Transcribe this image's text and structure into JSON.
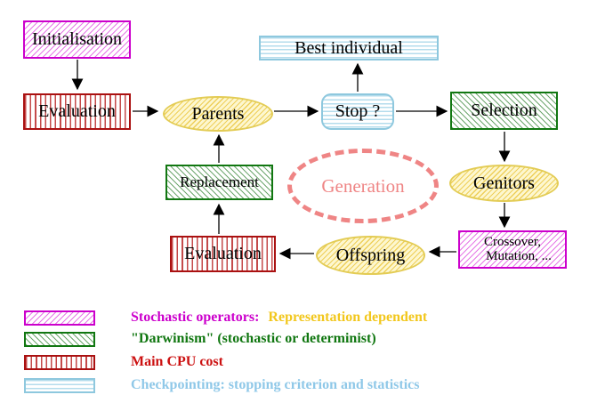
{
  "nodes": {
    "initialisation": {
      "label": "Initialisation"
    },
    "evaluation_top": {
      "label": "Evaluation"
    },
    "parents": {
      "label": "Parents"
    },
    "best_individual": {
      "label": "Best individual"
    },
    "stop": {
      "label": "Stop ?"
    },
    "selection": {
      "label": "Selection"
    },
    "genitors": {
      "label": "Genitors"
    },
    "crossover": {
      "label_line1": "Crossover,",
      "label_line2": "Mutation, ..."
    },
    "offspring": {
      "label": "Offspring"
    },
    "evaluation_bottom": {
      "label": "Evaluation"
    },
    "replacement": {
      "label": "Replacement"
    },
    "generation": {
      "label": "Generation"
    }
  },
  "edges": [
    {
      "from": "Initialisation",
      "to": "Evaluation"
    },
    {
      "from": "Evaluation",
      "to": "Parents"
    },
    {
      "from": "Parents",
      "to": "Stop ?"
    },
    {
      "from": "Stop ?",
      "to": "Best individual"
    },
    {
      "from": "Stop ?",
      "to": "Selection"
    },
    {
      "from": "Selection",
      "to": "Genitors"
    },
    {
      "from": "Genitors",
      "to": "Crossover, Mutation, ..."
    },
    {
      "from": "Crossover, Mutation, ...",
      "to": "Offspring"
    },
    {
      "from": "Offspring",
      "to": "Evaluation"
    },
    {
      "from": "Evaluation",
      "to": "Replacement"
    },
    {
      "from": "Replacement",
      "to": "Parents"
    }
  ],
  "legend": {
    "rows": [
      {
        "pattern": "magenta-hatch",
        "text_primary": "Stochastic operators:",
        "text_secondary": "Representation dependent"
      },
      {
        "pattern": "green-hatch",
        "text_primary": "\"Darwinism\" (stochastic or determinist)"
      },
      {
        "pattern": "red-stripes",
        "text_primary": "Main CPU cost"
      },
      {
        "pattern": "cyan-stripes",
        "text_primary": "Checkpointing: stopping criterion and statistics"
      }
    ]
  },
  "colors": {
    "magenta": "#cc00cc",
    "green": "#117711",
    "dark_red": "#aa1111",
    "red_text": "#cc1111",
    "cyan_border": "#8ec8de",
    "cyan_text": "#8fc8e8",
    "yellow_border": "#e3cc55",
    "gold_text": "#f2c71d",
    "coral": "#ef8585",
    "arrow": "#000000"
  }
}
